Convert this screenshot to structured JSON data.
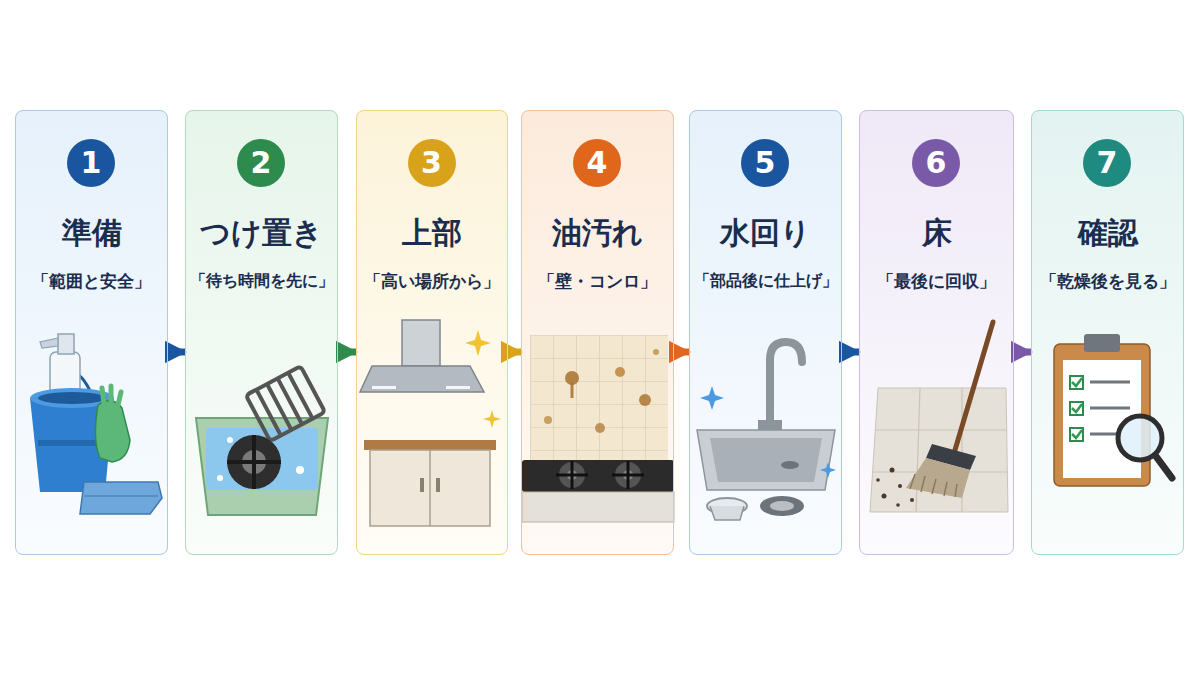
{
  "diagram": {
    "nodes": [
      {
        "text": [
          "準備",
          "「範囲と安全」"
        ]
      },
      {
        "text": [
          "1"
        ],
        "in": 0
      },
      {
        "text": [
          "つけ置き",
          "「待ち時間を先に」"
        ]
      },
      {
        "text": [
          "2"
        ],
        "in": 2
      },
      {
        "text": [
          "上部",
          "「高い場所から」"
        ]
      },
      {
        "text": [
          "3"
        ],
        "in": 4
      },
      {
        "text": [
          "油汚れ",
          "「壁・コンロ」"
        ]
      },
      {
        "text": [
          "4"
        ],
        "in": 6
      },
      {
        "text": [
          "水回り",
          "「部品後に仕上げ」"
        ]
      },
      {
        "text": [
          "5"
        ],
        "in": 8
      },
      {
        "text": [
          "床",
          "「最後に回収」"
        ]
      },
      {
        "text": [
          "6"
        ],
        "in": 10
      },
      {
        "text": [
          "確認",
          "「乾燥後を見る」"
        ]
      },
      {
        "text": [
          "7"
        ],
        "in": 12
      }
    ],
    "edges": [
      {
        "from": 0,
        "to": 2,
        "arrow": "to"
      },
      {
        "from": 2,
        "to": 4,
        "arrow": "to"
      },
      {
        "from": 4,
        "to": 6,
        "arrow": "to"
      },
      {
        "from": 6,
        "to": 8,
        "arrow": "to"
      },
      {
        "from": 8,
        "to": 10,
        "arrow": "to"
      },
      {
        "from": 10,
        "to": 12,
        "arrow": "to"
      }
    ]
  }
}
